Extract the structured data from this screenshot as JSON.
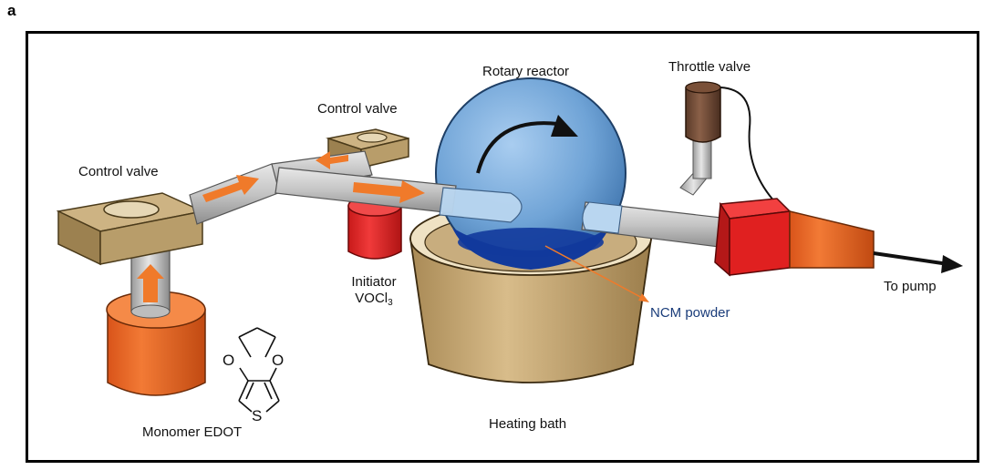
{
  "panel_label": "a",
  "labels": {
    "control_valve_left": "Control valve",
    "control_valve_top": "Control valve",
    "rotary_reactor": "Rotary reactor",
    "throttle_valve": "Throttle valve",
    "to_pump": "To pump",
    "initiator_line1": "Initiator",
    "initiator_line2": "VOCl",
    "initiator_subscript": "3",
    "ncm_powder": "NCM powder",
    "heating_bath": "Heating bath",
    "monomer": "Monomer EDOT",
    "atom_o_left": "O",
    "atom_o_right": "O",
    "atom_s": "S"
  },
  "colors": {
    "flow_arrow": "#f07a2a",
    "canister": "#f06a25",
    "initiator_canister": "#e82424",
    "valve_block": "#b89d6a",
    "pipe": "#c8c8c8",
    "reactor_sphere": "#6fa8dc",
    "ncm_powder": "#123a9c",
    "bath": "#c9aa7a",
    "outlet_box": "#e02020",
    "ncm_label": "#1a3c7a"
  }
}
